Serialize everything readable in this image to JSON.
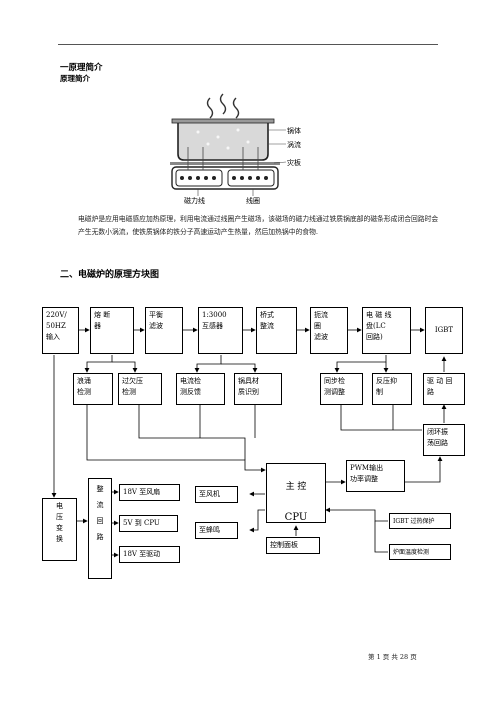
{
  "header": {
    "h1": "一原理简介",
    "h1_sub": "原理简介"
  },
  "figure": {
    "label_pot": "锅体",
    "label_eddy": "涡流",
    "label_plate": "灾板",
    "label_magnetic": "磁力线",
    "label_coil": "线圈"
  },
  "paragraph": "电磁炉是应用电磁感应加热原理，利用电流通过线圈产生磁场，该磁场的磁力线通过铁质锅底部的磁条形成闭合回路时会产生无数小涡流，使铁质锅体的铁分子高速运动产生热量，然后加热锅中的食物.",
  "section2_title": "二、电磁炉的原理方块图",
  "blocks": {
    "input": "220V/\n50HZ\n输入",
    "fuse": "熔  断\n器",
    "filter": "平衡\n滤波",
    "transformer": "1:3000\n互感器",
    "bridge": "桥式\n整流",
    "choke": "扼流\n圈\n滤波",
    "coil": "电 磁 线\n盘(LC\n回路)",
    "igbt": "IGBT",
    "surge": "浪涌\n检测",
    "overvolt": "过欠压\n检测",
    "current": "电流检\n测反馈",
    "pan": "锅具材\n质识别",
    "sync": "同步检\n测调整",
    "counter": "反压抑\n制",
    "drive": "驱 动 回\n路",
    "osc": "闭环振\n荡回路",
    "cpu_title": "主    控",
    "cpu": "CPU",
    "pwm": "PWM输出\n功率调整",
    "rect": "整\n\n流\n\n回\n\n路",
    "v18fan": "18V 至风扇",
    "v5": "5V 到 CPU",
    "v18drv": "18V 至驱动",
    "fan": "至风机",
    "buzzer": "至蜂鸣",
    "panel": "控制面板",
    "igbt_prot": "IGBT 过热保护",
    "temp": "炉面温度检测",
    "transform": "电\n压\n变\n换"
  },
  "footer": "第  1  页  共  28  页"
}
